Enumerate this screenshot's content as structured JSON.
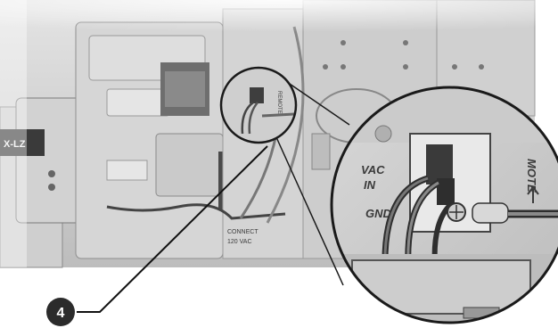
{
  "callout": {
    "number": "4"
  },
  "photo_labels": {
    "remote_main": "REMOTE",
    "remote_zoom": "MOTE",
    "vac_partial": "VAC",
    "in_partial": "IN",
    "gnd_partial": "GND",
    "connect_label": "CONNECT",
    "voltage_label": "120 VAC",
    "module_badge": "X-LZ"
  },
  "colors": {
    "callout_badge": "#2b2b2b",
    "leader_line": "#111111",
    "panel_gray": "#c9c9c9",
    "zoom_border": "#1a1a1a"
  },
  "icons": {
    "arrow_up": "arrow-up-icon"
  }
}
